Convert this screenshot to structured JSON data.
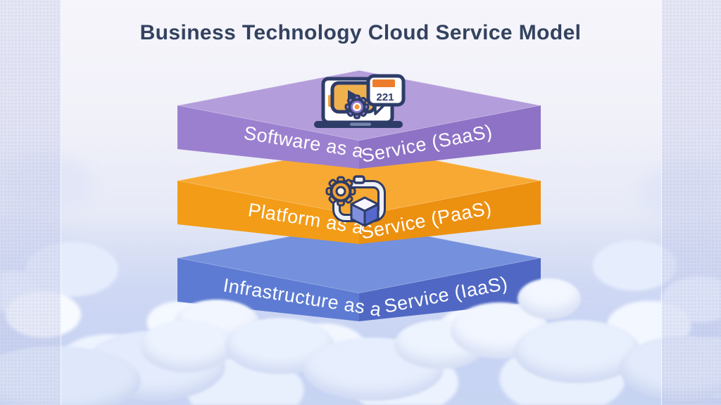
{
  "title": "Business Technology Cloud Service Model",
  "colors": {
    "title_text": "#33425f",
    "label_text": "#ffffff",
    "sky_top": "#f6f5fb",
    "cloud_base": "#c6d3f2",
    "icon_outline": "#2e3c68",
    "icon_orange": "#f2a33c"
  },
  "layers": {
    "saas": {
      "label_left": "Software as a",
      "label_right": "Service (SaaS)",
      "notification_count": "221",
      "colors": {
        "top": "#b39dda",
        "left_face": "#9c80d0",
        "right_face": "#8e72c6"
      }
    },
    "paas": {
      "label_left": "Platform as a",
      "label_right": "Service (PaaS)",
      "colors": {
        "top": "#f7a933",
        "left_face": "#f39c17",
        "right_face": "#ec9010"
      }
    },
    "iaas": {
      "label_left": "Infrastructure as a",
      "label_right": "Service (IaaS)",
      "colors": {
        "top": "#7590dc",
        "left_face": "#5d7bd2",
        "right_face": "#5068c3"
      }
    }
  }
}
